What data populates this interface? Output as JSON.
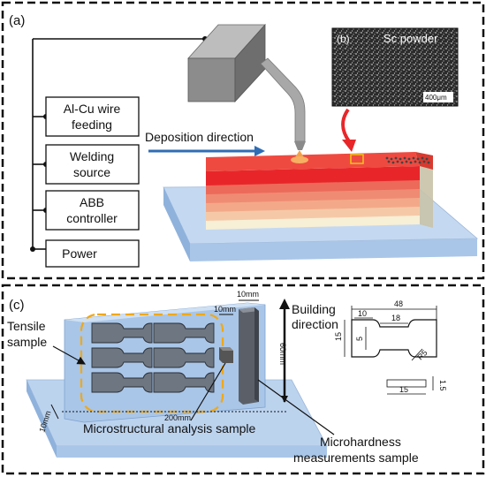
{
  "panel_a": {
    "label": "(a)",
    "boxes": [
      {
        "line1": "Al-Cu wire",
        "line2": "feeding"
      },
      {
        "line1": "Welding",
        "line2": "source"
      },
      {
        "line1": "ABB",
        "line2": "controller"
      }
    ],
    "power": "Power",
    "deposition": "Deposition direction"
  },
  "panel_b": {
    "label": "(b)",
    "title": "Sc powder",
    "scale": "400μm"
  },
  "panel_c": {
    "label": "(c)",
    "tensile_line1": "Tensile",
    "tensile_line2": "sample",
    "dim_10_top": "10mm",
    "dim_10_side": "10mm",
    "dim_60": "60mm",
    "dim_200": "200mm",
    "dim_10_bottom": "10mm",
    "building_line1": "Building",
    "building_line2": "direction",
    "micro_analysis": "Microstructural analysis sample",
    "microhardness_line1": "Microhardness",
    "microhardness_line2": "measurements sample",
    "spec": {
      "d48": "48",
      "d10": "10",
      "d18": "18",
      "d15": "15",
      "d5": "5",
      "r5": "R5",
      "d15b": "15",
      "d15c": "1.5"
    }
  },
  "colors": {
    "plate": "#a9c6e8",
    "layer_top": "#e8262a",
    "sample_gray": "#6e7681",
    "dash_orange": "#f0a818",
    "arrow_blue": "#2f6db5",
    "arrow_red": "#e8262a"
  }
}
